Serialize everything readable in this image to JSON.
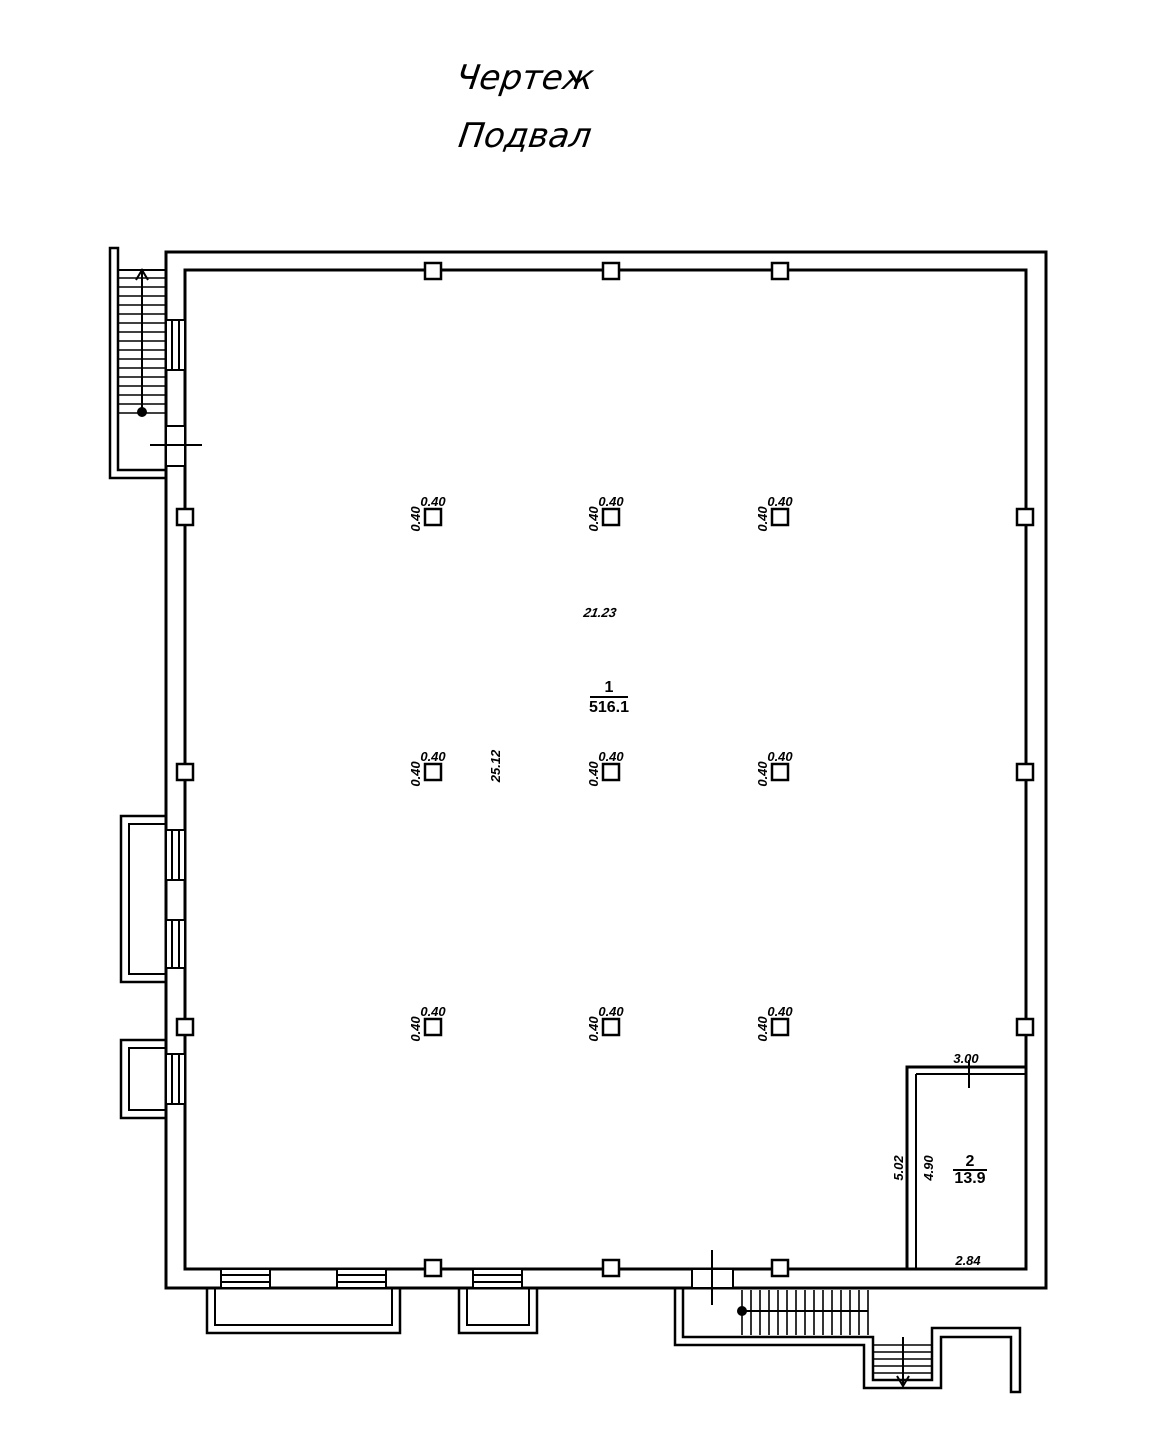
{
  "drawing": {
    "title_line1": "Чертеж",
    "title_line2": "Подвал"
  },
  "colors": {
    "line": "#000000",
    "paper": "#ffffff"
  },
  "dimensions": {
    "room_width": "21.23",
    "room_length": "25.12",
    "column_size_w": "0.40",
    "column_size_h": "0.40",
    "small_room_width_top": "3.00",
    "small_room_width_bottom": "2.84",
    "small_room_outer_length": "5.02",
    "small_room_inner_length": "4.90"
  },
  "rooms": [
    {
      "number": "1",
      "area": "516.1"
    },
    {
      "number": "2",
      "area": "13.9"
    }
  ]
}
